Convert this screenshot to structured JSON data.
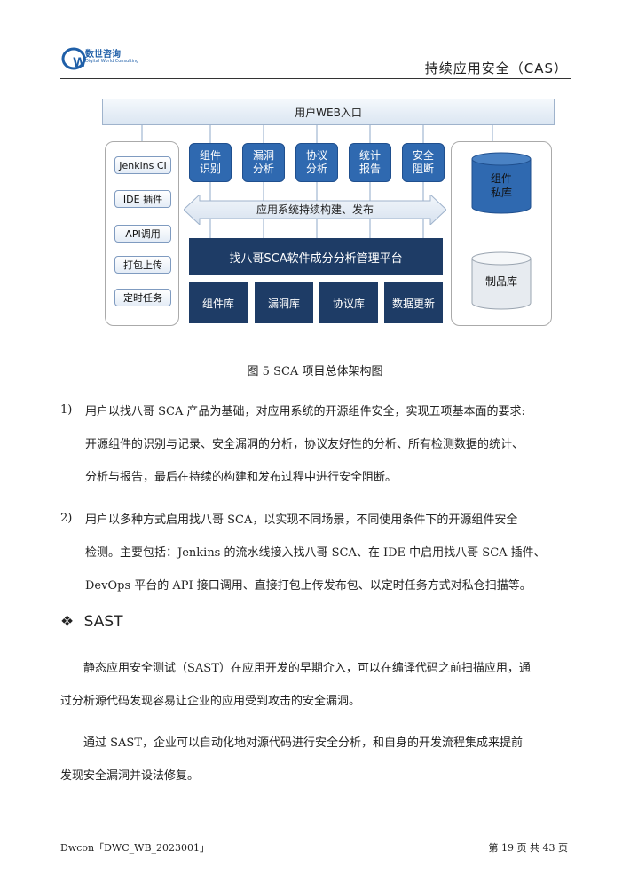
{
  "header": {
    "logo_text": "数世咨询",
    "logo_sub": "Digital World Consulting",
    "doc_title": "持续应用安全（CAS）"
  },
  "diagram": {
    "top_bar": "用户WEB入口",
    "left_items": [
      "Jenkins CI",
      "IDE 插件",
      "API调用",
      "打包上传",
      "定时任务"
    ],
    "modules": [
      {
        "line1": "组件",
        "line2": "识别"
      },
      {
        "line1": "漏洞",
        "line2": "分析"
      },
      {
        "line1": "协议",
        "line2": "分析"
      },
      {
        "line1": "统计",
        "line2": "报告"
      },
      {
        "line1": "安全",
        "line2": "阻断"
      }
    ],
    "arrow_label": "应用系统持续构建、发布",
    "platform": "找八哥SCA软件成分分析管理平台",
    "libraries": [
      "组件库",
      "漏洞库",
      "协议库",
      "数据更新"
    ],
    "repos": [
      {
        "line1": "组件",
        "line2": "私库"
      },
      {
        "line1": "制品库",
        "line2": ""
      }
    ]
  },
  "caption": "图 5 SCA 项目总体架构图",
  "list": [
    {
      "num": "1)",
      "lines": [
        "用户以找八哥 SCA 产品为基础，对应用系统的开源组件安全，实现五项基本面的要求:",
        "开源组件的识别与记录、安全漏洞的分析，协议友好性的分析、所有检测数据的统计、",
        "分析与报告，最后在持续的构建和发布过程中进行安全阻断。"
      ]
    },
    {
      "num": "2)",
      "lines": [
        "用户以多种方式启用找八哥 SCA，以实现不同场景，不同使用条件下的开源组件安全",
        "检测。主要包括：Jenkins 的流水线接入找八哥 SCA、在 IDE 中启用找八哥 SCA 插件、",
        "DevOps 平台的 API 接口调用、直接打包上传发布包、以定时任务方式对私仓扫描等。"
      ]
    }
  ],
  "section": {
    "bullet": "❖",
    "title": "SAST",
    "paragraphs": [
      [
        "静态应用安全测试（SAST）在应用开发的早期介入，可以在编译代码之前扫描应用，通",
        "过分析源代码发现容易让企业的应用受到攻击的安全漏洞。"
      ],
      [
        "通过 SAST，企业可以自动化地对源代码进行安全分析，和自身的开发流程集成来提前",
        "发现安全漏洞并设法修复。"
      ]
    ]
  },
  "footer": {
    "left": "Dwcon「DWC_WB_2023001」",
    "right": "第 19 页 共 43 页"
  },
  "colors": {
    "module_blue": "#2f69b0",
    "platform_navy": "#1e3c66",
    "accent": "#2f69b0"
  }
}
